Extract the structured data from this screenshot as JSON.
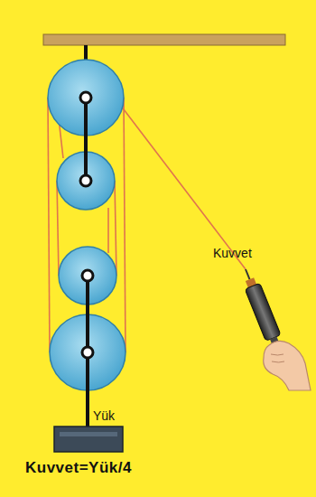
{
  "diagram": {
    "caption": "Kuvvet=Yük/4",
    "labels": [
      "Kuvvet",
      "Yük"
    ]
  }
}
